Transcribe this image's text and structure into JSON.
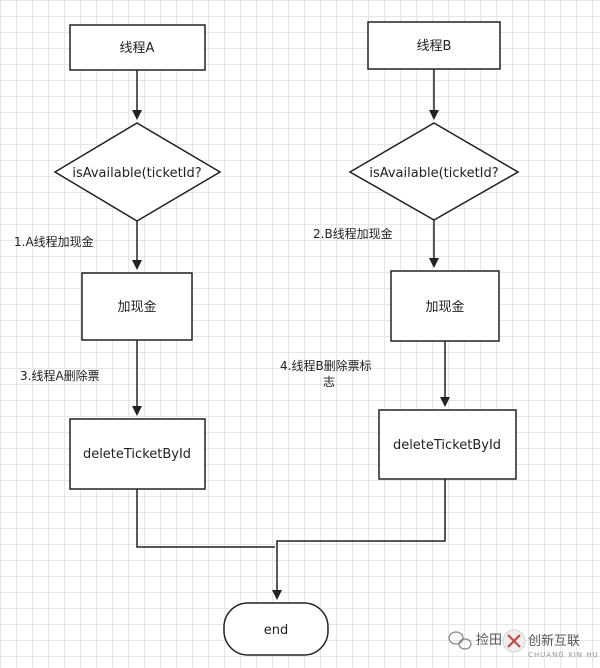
{
  "nodes": {
    "thread_a": "线程A",
    "thread_b": "线程B",
    "decision_a": "isAvailable(ticketId?",
    "decision_b": "isAvailable(ticketId?",
    "add_cash_a": "加现金",
    "add_cash_b": "加现金",
    "delete_a": "deleteTicketById",
    "delete_b": "deleteTicketById",
    "end": "end"
  },
  "labels": {
    "step1": "1.A线程加现金",
    "step2": "2.B线程加现金",
    "step3": "3.线程A删除票",
    "step4_line1": "4.线程B删除票标",
    "step4_line2": "志"
  },
  "watermark": {
    "left_text": "捡田",
    "brand": "创新互联",
    "brand_sub": "CHUANG XIN HU LIAN"
  },
  "colors": {
    "stroke": "#222222",
    "box_fill": "#ffffff",
    "brand_red": "#c0392b"
  }
}
